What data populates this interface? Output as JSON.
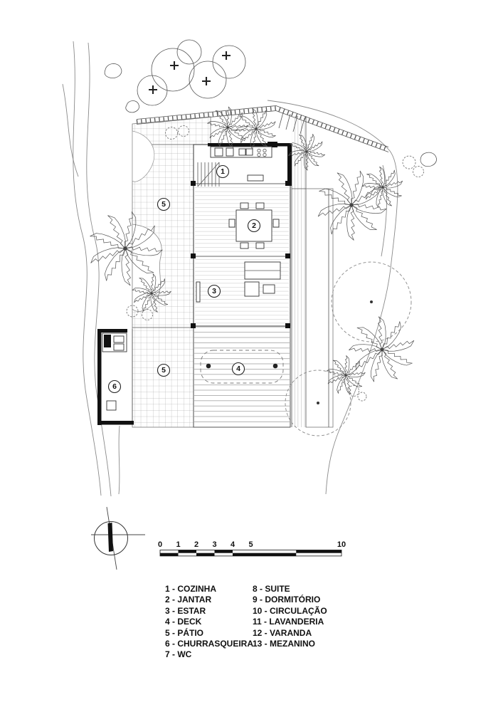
{
  "plan": {
    "room_markers": [
      {
        "label": "1"
      },
      {
        "label": "2"
      },
      {
        "label": "3"
      },
      {
        "label": "4"
      },
      {
        "label": "5"
      },
      {
        "label": "5"
      },
      {
        "label": "6"
      }
    ]
  },
  "scale_bar": {
    "tick_labels": [
      "0",
      "1",
      "2",
      "3",
      "4",
      "5",
      "10"
    ]
  },
  "legend": {
    "column1": [
      "1 - COZINHA",
      "2 - JANTAR",
      "3 - ESTAR",
      "4 - DECK",
      "5 - PÁTIO",
      "6 - CHURRASQUEIRA",
      "7 - WC"
    ],
    "column2": [
      "8 - SUITE",
      "9 - DORMITÓRIO",
      "10 - CIRCULAÇÃO",
      "11 - LAVANDERIA",
      "12 - VARANDA",
      "13 - MEZANINO"
    ]
  },
  "colors": {
    "ink": "#111111",
    "line": "#555555",
    "light_line": "#aaaaaa"
  }
}
